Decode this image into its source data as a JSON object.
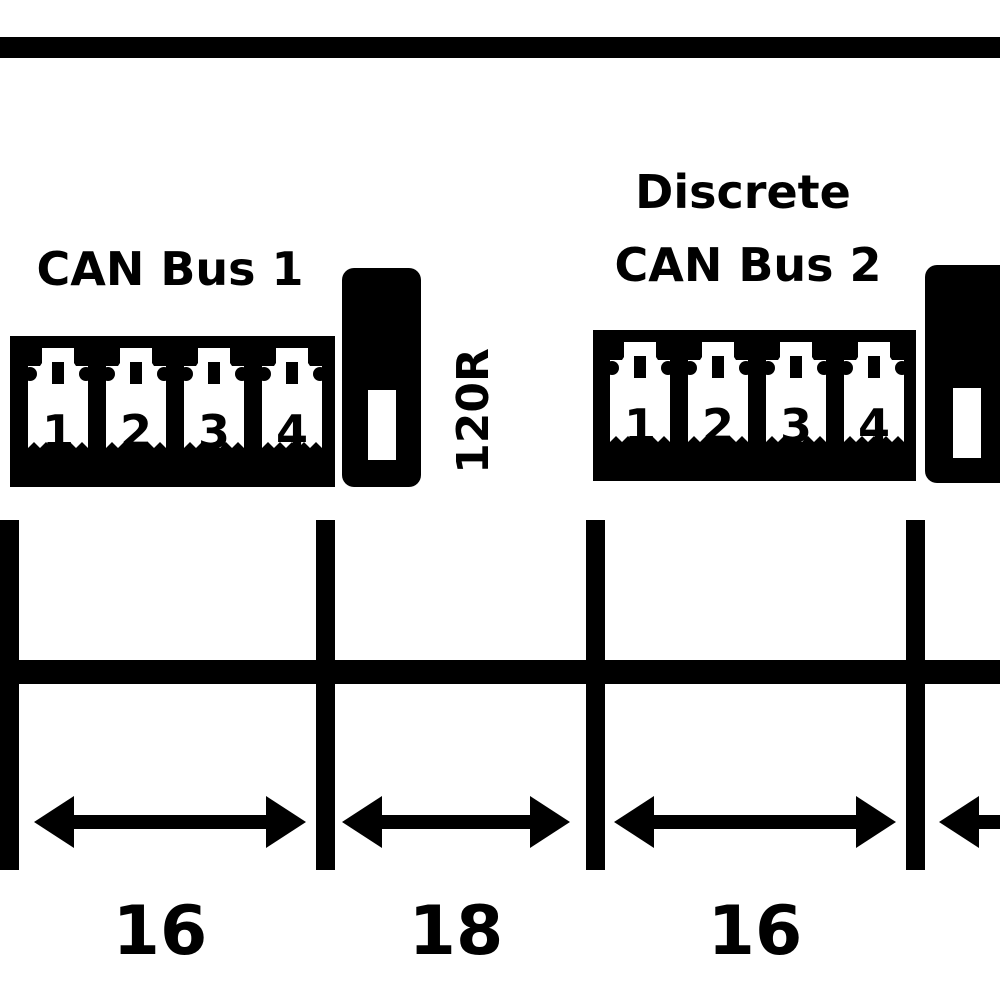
{
  "colors": {
    "ink": "#000000",
    "paper": "#ffffff"
  },
  "connectors": [
    {
      "title_lines": [
        "CAN Bus 1"
      ],
      "pins": [
        "1",
        "2",
        "3",
        "4"
      ],
      "termination_label": "120R"
    },
    {
      "title_lines": [
        "Discrete",
        "CAN Bus 2"
      ],
      "pins": [
        "1",
        "2",
        "3",
        "4"
      ]
    }
  ],
  "dimensions": [
    "16",
    "18",
    "16"
  ]
}
